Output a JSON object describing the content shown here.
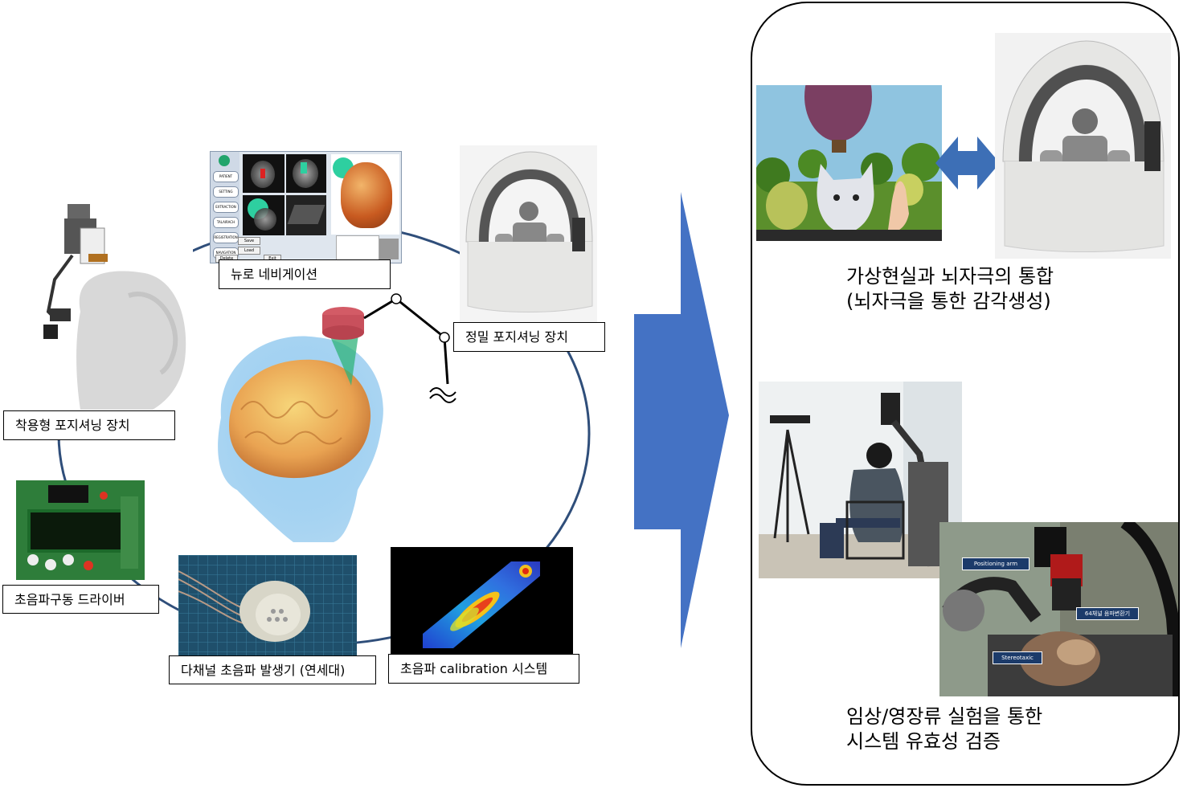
{
  "labels": {
    "neuro_navigation": "뉴로 네비게이션",
    "precision_positioning": "정밀 포지셔닝 장치",
    "wearable_positioning": "착용형 포지셔닝 장치",
    "ultrasound_driver": "초음파구동 드라이버",
    "multichannel_generator": "다채널 초음파 발생기 (연세대)",
    "calibration_system": "초음파 calibration 시스템"
  },
  "captions": {
    "vr_line1": "가상현실과 뇌자극의 통합",
    "vr_line2": "(뇌자극을 통한 감각생성)",
    "clinical_line1": "임상/영장류 실험을 통한",
    "clinical_line2": "시스템 유효성 검증"
  },
  "navigation_screen": {
    "menu": [
      "PATIENT",
      "SETTING",
      "EXTRACTION",
      "TALAIRACH",
      "REGISTRATION",
      "NAVIGATION"
    ],
    "buttons": [
      "Save",
      "Load",
      "Delete",
      "Exit"
    ]
  },
  "photo_tags": {
    "positioning_arm": "Positioning arm",
    "channel_transducer": "64채널 음파변환기",
    "stereotaxic": "Stereotaxic"
  },
  "colors": {
    "circle": "#2f4e7a",
    "arrow": "#4472c4",
    "double_arrow": "#3d6fb6"
  }
}
